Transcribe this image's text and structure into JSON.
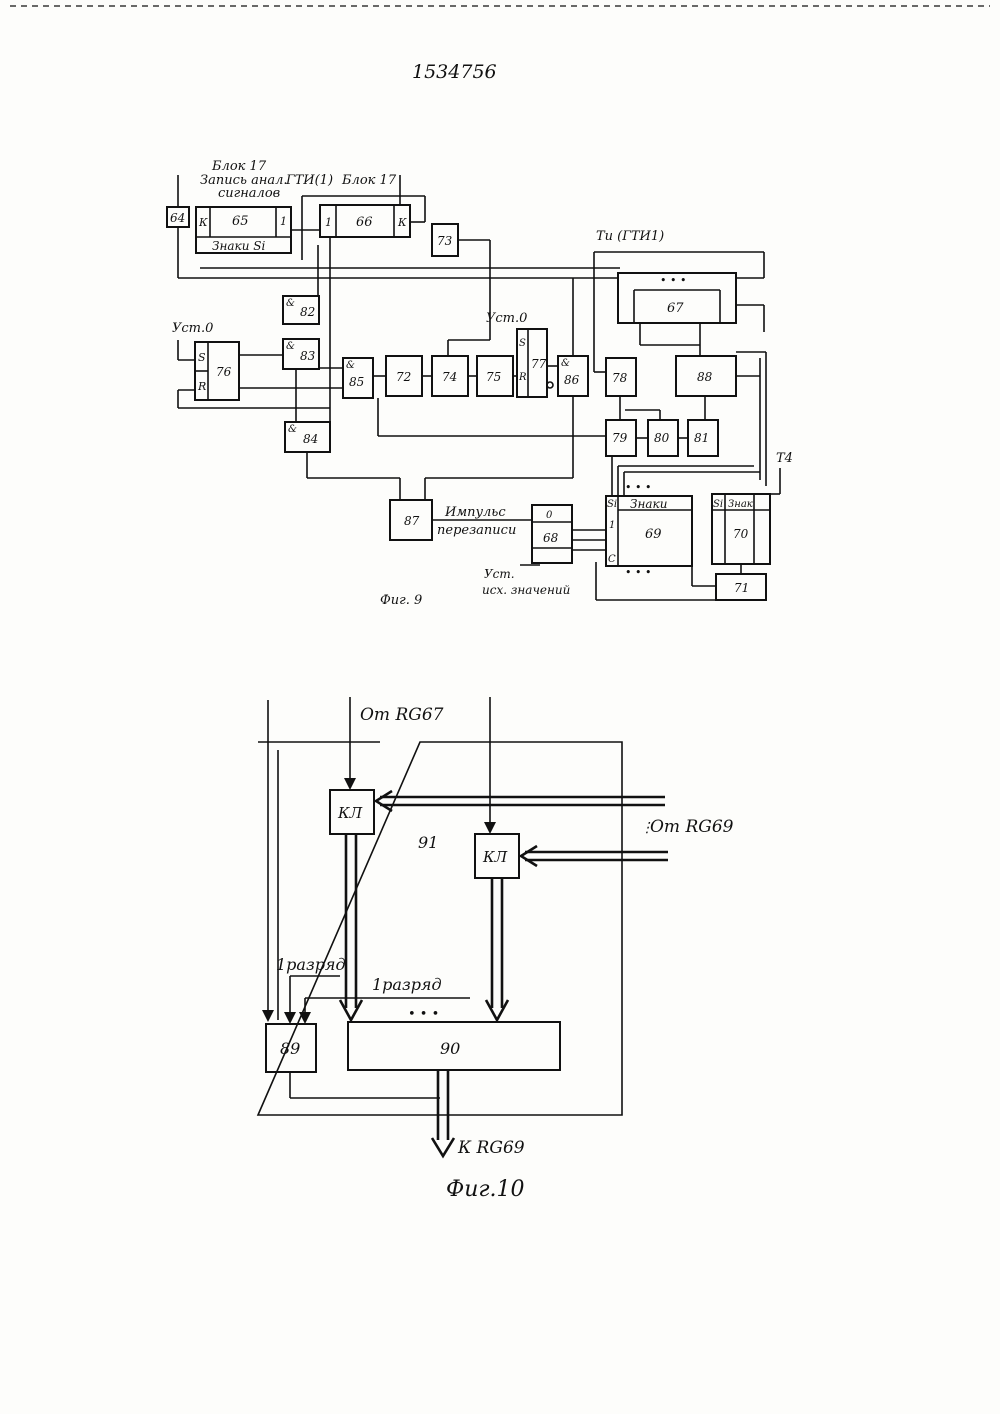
{
  "patent_number": "1534756",
  "figure9": {
    "caption": "Фиг. 9",
    "labels": {
      "block17_left": "Блок 17",
      "record_line1": "Запись анал.",
      "record_line2": "сигналов",
      "gti1_top": "ГТИ(1)",
      "block17_right": "Блок 17",
      "znaki_si": "Знаки Si",
      "ti_gti1": "Ти (ГТИ1)",
      "ust0_left": "Уст.0",
      "ust0_mid": "Уст.0",
      "impulse_line1": "Импульс",
      "impulse_line2": "перезаписи",
      "ust_ish_line1": "Уст.",
      "ust_ish_line2": "исх. значений",
      "znaki_69": "Знаки",
      "znak_70": "Знак",
      "t4": "Т4"
    },
    "blocks": {
      "b64": "64",
      "b65": "65",
      "b66": "66",
      "b67": "67",
      "b68": "68",
      "b69": "69",
      "b70": "70",
      "b71": "71",
      "b72": "72",
      "b73": "73",
      "b74": "74",
      "b75": "75",
      "b76": "76",
      "b77": "77",
      "b78": "78",
      "b79": "79",
      "b80": "80",
      "b81": "81",
      "b82": "82",
      "b83": "83",
      "b84": "84",
      "b85": "85",
      "b86": "86",
      "b87": "87",
      "b88": "88"
    },
    "pins": {
      "k": "К",
      "one": "1",
      "s": "S",
      "r": "R",
      "and": "&",
      "zero": "0",
      "c": "C",
      "si": "Si"
    }
  },
  "figure10": {
    "caption": "Фиг.10",
    "from_rg67": "От RG67",
    "from_rg69": "От RG69",
    "to_rg69": "К RG69",
    "kl1": "КЛ",
    "kl2": "КЛ",
    "label91": "91",
    "bit1_left": "1разряд",
    "bit1_mid": "1разряд",
    "b89": "89",
    "b90": "90",
    "dots": "• • •"
  }
}
